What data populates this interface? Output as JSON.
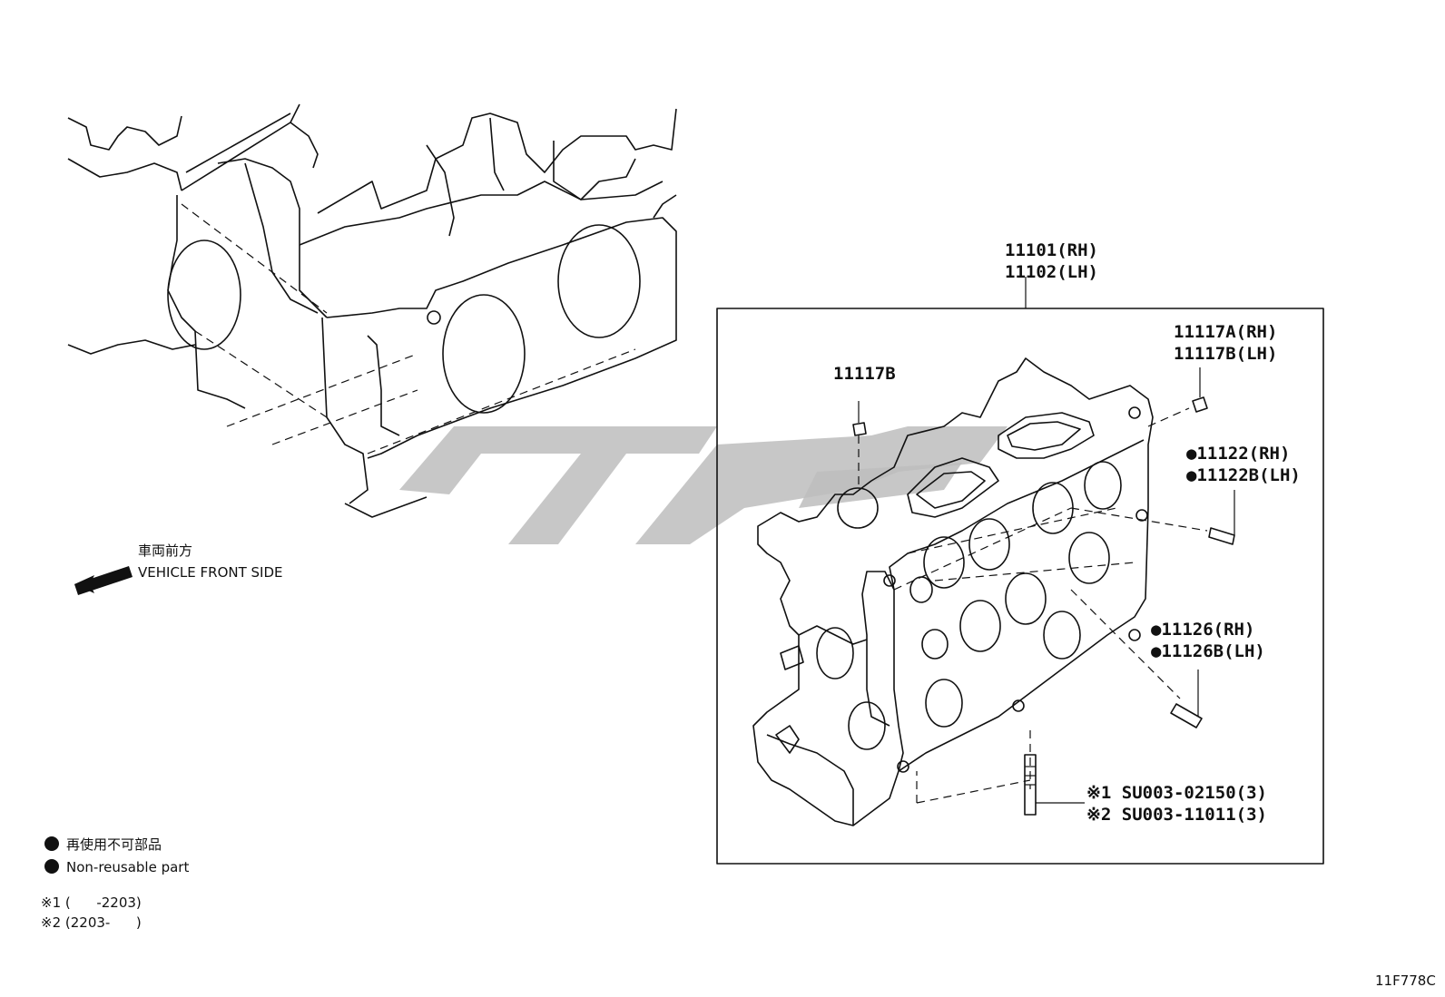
{
  "labels": {
    "head_rh": "11101(RH)",
    "head_lh": "11102(LH)",
    "plug_b": "11117B",
    "plug_a_rh": "11117A(RH)",
    "plug_b_lh": "11117B(LH)",
    "pin_11122_rh": "●11122(RH)",
    "pin_11122b_lh": "●11122B(LH)",
    "pin_11126_rh": "●11126(RH)",
    "pin_11126b_lh": "●11126B(LH)",
    "stud_1": "※1 SU003-02150(3)",
    "stud_2": "※2 SU003-11011(3)"
  },
  "direction": {
    "jp": "車両前方",
    "en": "VEHICLE FRONT SIDE"
  },
  "legend": {
    "jp": "再使用不可部品",
    "en": "Non-reusable part",
    "note1": "※1 (      -2203)",
    "note2": "※2 (2203-      )"
  },
  "figure_code": "11F778C"
}
